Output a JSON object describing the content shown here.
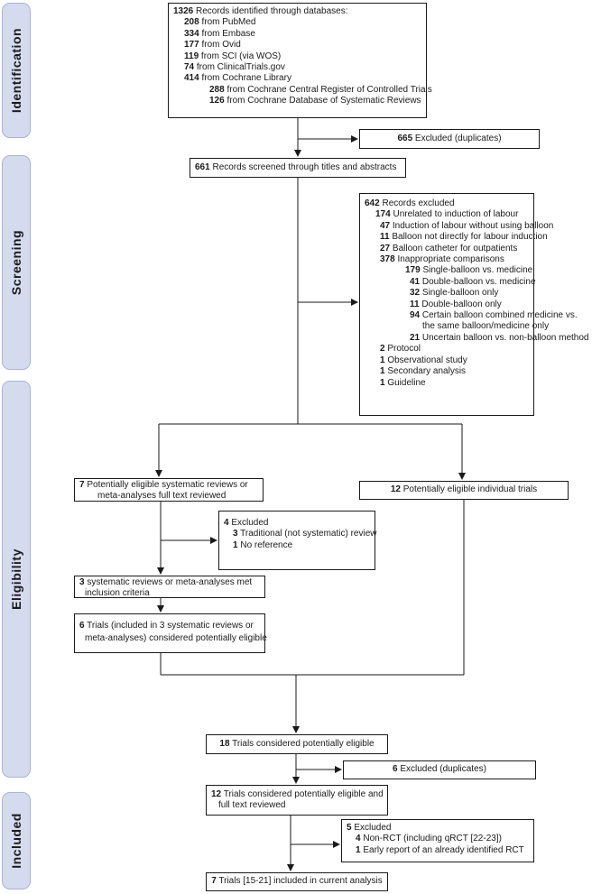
{
  "phases": {
    "identification": "Identification",
    "screening": "Screening",
    "eligibility": "Eligibility",
    "included": "Included"
  },
  "boxes": {
    "records_identified": [
      {
        "n": "1326",
        "t": " Records identified through databases:"
      },
      {
        "n": "208",
        "t": " from PubMed"
      },
      {
        "n": "334",
        "t": " from Embase"
      },
      {
        "n": "177",
        "t": " from Ovid"
      },
      {
        "n": "119",
        "t": " from SCI (via WOS)"
      },
      {
        "n": "74",
        "t": " from ClinicalTrials.gov"
      },
      {
        "n": "414",
        "t": " from Cochrane Library"
      },
      {
        "n": "288",
        "t": " from Cochrane Central Register of Controlled Trials"
      },
      {
        "n": "126",
        "t": " from Cochrane Database of Systematic Reviews"
      }
    ],
    "excluded_duplicates_1": [
      {
        "n": "665",
        "t": " Excluded (duplicates)"
      }
    ],
    "records_screened": [
      {
        "n": "661",
        "t": " Records screened through titles and abstracts"
      }
    ],
    "records_excluded": [
      {
        "n": "642",
        "t": " Records excluded"
      },
      {
        "n": "174",
        "t": " Unrelated to induction of labour"
      },
      {
        "n": "47",
        "t": " Induction of labour without using balloon"
      },
      {
        "n": "11",
        "t": " Balloon not directly for labour induction"
      },
      {
        "n": "27",
        "t": " Balloon catheter for outpatients"
      },
      {
        "n": "378",
        "t": " Inappropriate comparisons"
      },
      {
        "n": "179",
        "t": " Single-balloon vs. medicine"
      },
      {
        "n": "41",
        "t": " Double-balloon vs. medicine"
      },
      {
        "n": "32",
        "t": " Single-balloon only"
      },
      {
        "n": "11",
        "t": " Double-balloon only"
      },
      {
        "n": "94",
        "t": " Certain balloon combined medicine vs."
      },
      {
        "n": "",
        "t": "the same balloon/medicine only"
      },
      {
        "n": "21",
        "t": " Uncertain balloon vs. non-balloon method"
      },
      {
        "n": "2",
        "t": " Protocol"
      },
      {
        "n": "1",
        "t": " Observational study"
      },
      {
        "n": "1",
        "t": " Secondary analysis"
      },
      {
        "n": "1",
        "t": " Guideline"
      }
    ],
    "eligible_reviews": [
      {
        "n": "7",
        "t": " Potentially eligible systematic reviews or"
      },
      {
        "n": "",
        "t": "meta-analyses full text reviewed"
      }
    ],
    "eligible_trials": [
      {
        "n": "12",
        "t": " Potentially eligible individual trials"
      }
    ],
    "reviews_excluded": [
      {
        "n": "4",
        "t": " Excluded"
      },
      {
        "n": "3",
        "t": " Traditional (not systematic) review"
      },
      {
        "n": "1",
        "t": " No reference"
      }
    ],
    "reviews_met": [
      {
        "n": "3",
        "t": " systematic reviews or meta-analyses met"
      },
      {
        "n": "",
        "t": "inclusion criteria"
      }
    ],
    "trials_from_reviews": [
      {
        "n": "6",
        "t": " Trials (included in 3 systematic reviews or"
      },
      {
        "n": "",
        "t": "meta-analyses) considered potentially eligible"
      }
    ],
    "trials_18": [
      {
        "n": "18",
        "t": " Trials considered potentially eligible"
      }
    ],
    "excluded_duplicates_2": [
      {
        "n": "6",
        "t": " Excluded (duplicates)"
      }
    ],
    "trials_12_fulltext": [
      {
        "n": "12",
        "t": " Trials considered potentially eligible and"
      },
      {
        "n": "",
        "t": "full text reviewed"
      }
    ],
    "excluded_5": [
      {
        "n": "5",
        "t": " Excluded"
      },
      {
        "n": "4",
        "t": " Non-RCT (including qRCT [22-23])"
      },
      {
        "n": "1",
        "t": " Early report of an already identified RCT"
      }
    ],
    "trials_included": [
      {
        "n": "7",
        "t": " Trials [15-21] included in current analysis"
      }
    ]
  },
  "colors": {
    "phase_fill": "#d5dbef",
    "phase_border": "#aab4d4",
    "line": "#1a1a1a"
  }
}
